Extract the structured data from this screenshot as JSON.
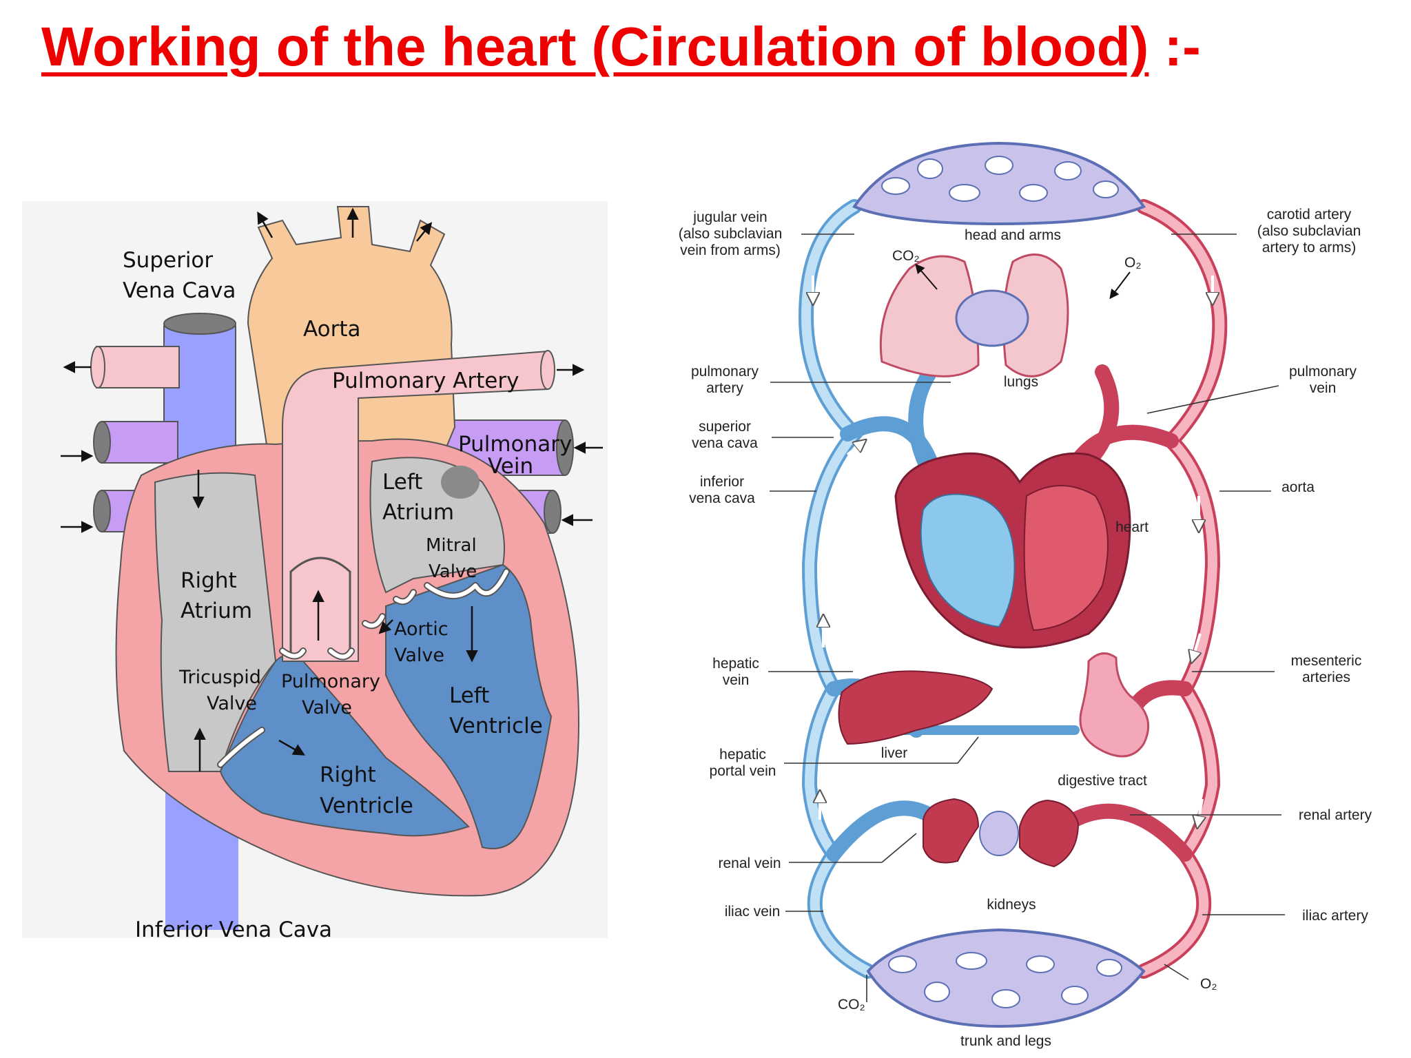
{
  "title": {
    "main": "Working of the heart (Circulation of blood)",
    "suffix": " :-"
  },
  "heart_diagram": {
    "superior_vena_cava": [
      "Superior",
      "Vena Cava"
    ],
    "aorta": "Aorta",
    "pulmonary_artery": "Pulmonary Artery",
    "pulmonary_vein": [
      "Pulmonary",
      "Vein"
    ],
    "left_atrium": [
      "Left",
      "Atrium"
    ],
    "mitral_valve": [
      "Mitral",
      "Valve"
    ],
    "right_atrium": [
      "Right",
      "Atrium"
    ],
    "aortic_valve": [
      "Aortic",
      "Valve"
    ],
    "tricuspid_valve": [
      "Tricuspid",
      "Valve"
    ],
    "pulmonary_valve": [
      "Pulmonary",
      "Valve"
    ],
    "left_ventricle": [
      "Left",
      "Ventricle"
    ],
    "right_ventricle": [
      "Right",
      "Ventricle"
    ],
    "inferior_vena_cava": "Inferior Vena Cava"
  },
  "circulation_diagram": {
    "jugular_vein": [
      "jugular vein",
      "(also subclavian",
      "vein from arms)"
    ],
    "head_and_arms": "head and arms",
    "carotid_artery": [
      "carotid artery",
      "(also subclavian",
      "artery to arms)"
    ],
    "co2": "CO₂",
    "o2": "O₂",
    "pulmonary_artery": [
      "pulmonary",
      "artery"
    ],
    "lungs": "lungs",
    "pulmonary_vein": [
      "pulmonary",
      "vein"
    ],
    "superior_vena_cava": [
      "superior",
      "vena cava"
    ],
    "inferior_vena_cava": [
      "inferior",
      "vena cava"
    ],
    "aorta": "aorta",
    "heart": "heart",
    "hepatic_vein": [
      "hepatic",
      "vein"
    ],
    "mesenteric_arteries": [
      "mesenteric",
      "arteries"
    ],
    "liver": "liver",
    "hepatic_portal_vein": [
      "hepatic",
      "portal vein"
    ],
    "digestive_tract": "digestive tract",
    "renal_artery": "renal artery",
    "renal_vein": "renal vein",
    "kidneys": "kidneys",
    "iliac_vein": "iliac vein",
    "iliac_artery": "iliac artery",
    "co2_bottom": "CO₂",
    "o2_bottom": "O₂",
    "trunk_and_legs": "trunk and legs"
  },
  "colors": {
    "title": "#ee0000",
    "vein_blue": "#9aa0ff",
    "artery_pink": "#f4a4a6",
    "aorta_orange": "#f8c99a",
    "pulmonary_purple": "#c79cf5",
    "atrium_gray": "#c8c8c8",
    "ventricle_blue": "#5f8fc9",
    "circ_blue": "#8cc8ec",
    "circ_red": "#e05a6e"
  }
}
